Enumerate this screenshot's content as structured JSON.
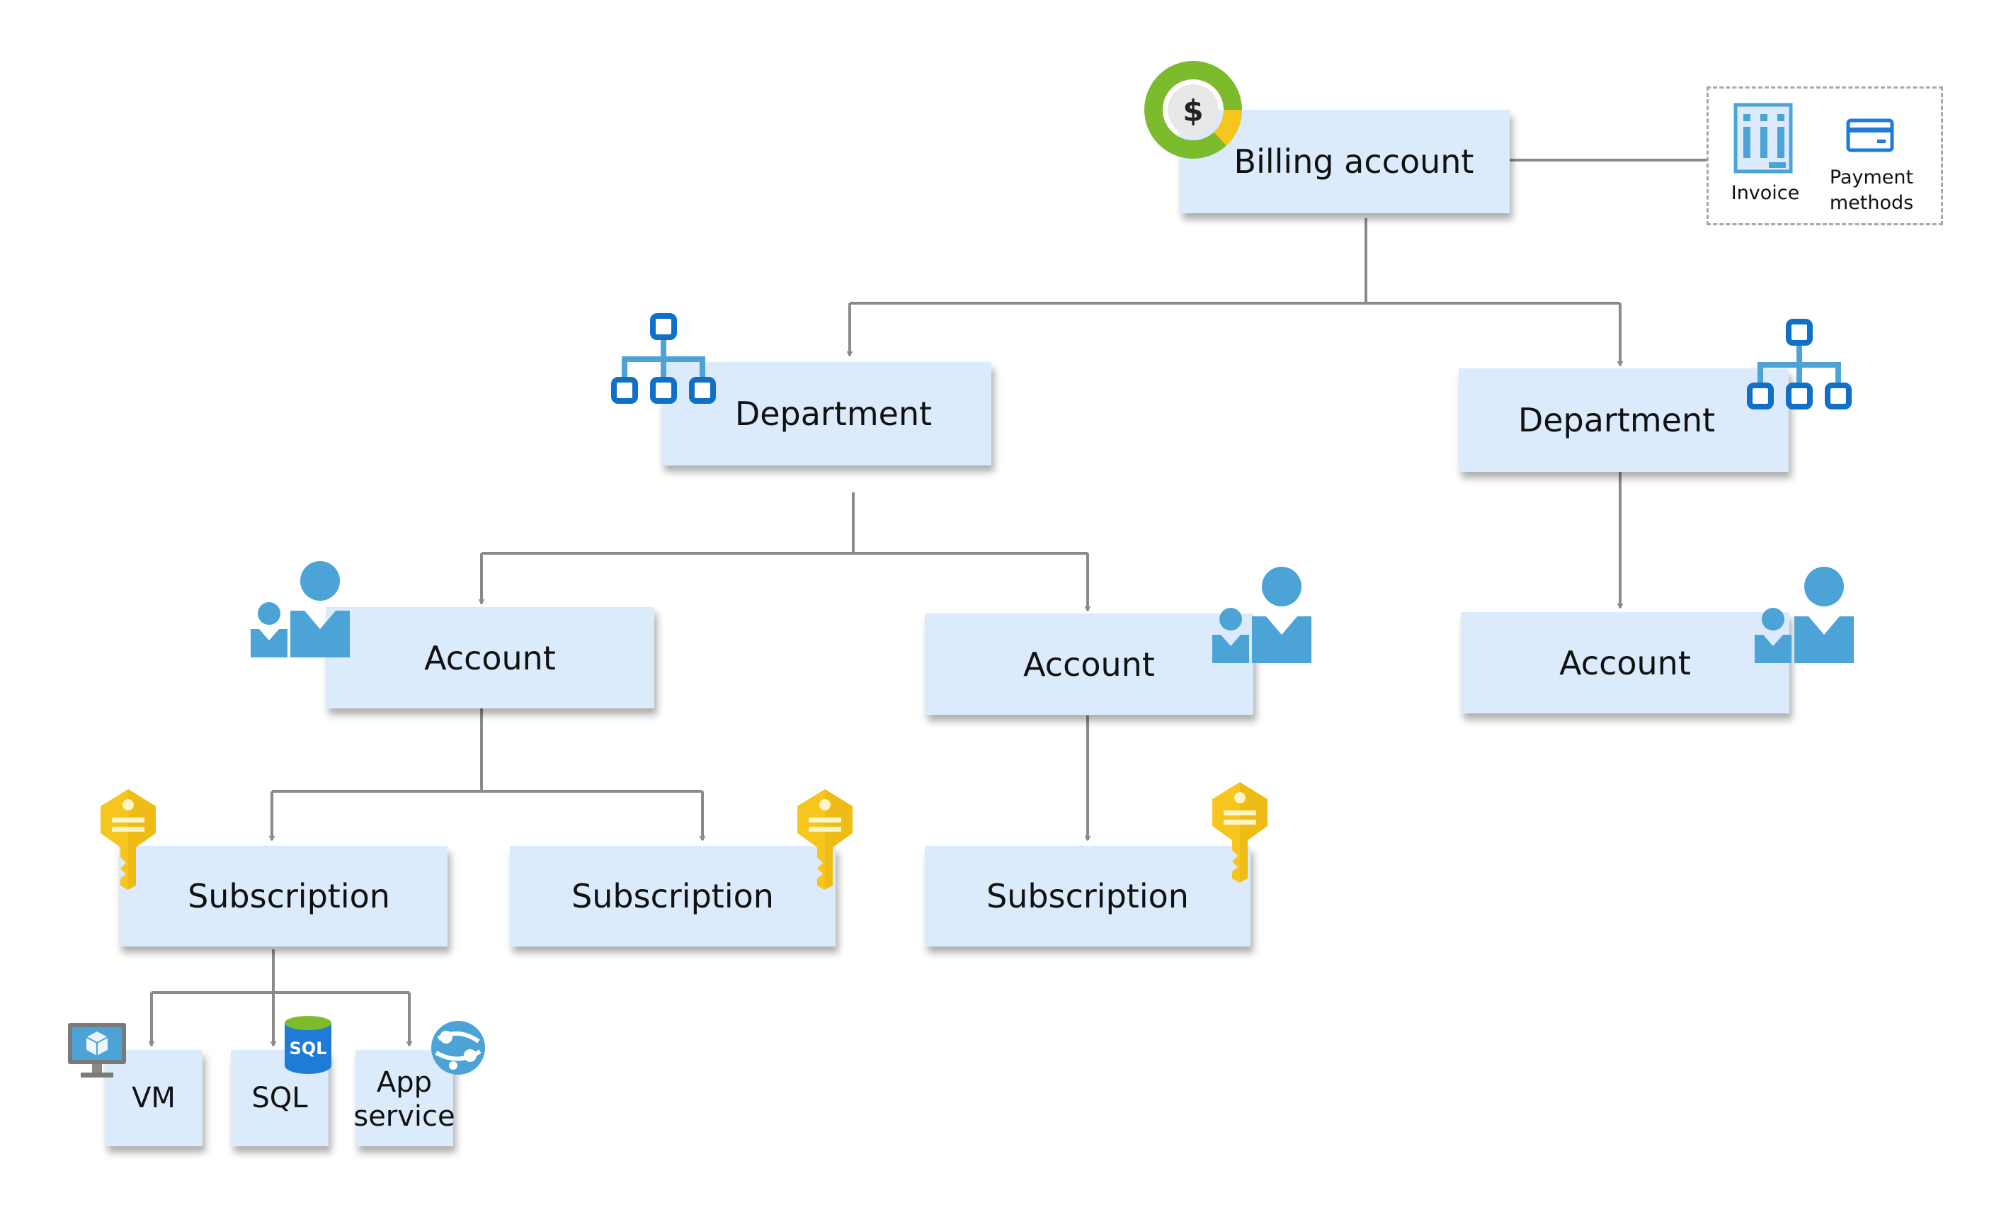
{
  "diagram": {
    "billing_account": "Billing account",
    "departments": [
      "Department",
      "Department"
    ],
    "accounts": [
      "Account",
      "Account",
      "Account"
    ],
    "subscriptions": [
      "Subscription",
      "Subscription",
      "Subscription"
    ],
    "resources": {
      "vm": "VM",
      "sql": "SQL",
      "app_service": [
        "App",
        "service"
      ]
    },
    "legend": {
      "invoice": "Invoice",
      "payment_methods": [
        "Payment",
        "methods"
      ]
    },
    "icon_labels": {
      "dollar": "$",
      "sql_badge": "SQL"
    },
    "colors": {
      "box_fill": "#dcebfb",
      "connector": "#8a8a8a",
      "department_icon": "#1070c8",
      "account_icon": "#4ba3d6",
      "key_icon": "#f6c61f",
      "billing_ring_green": "#7cbc2c",
      "billing_ring_yellow": "#f6c61f"
    }
  }
}
